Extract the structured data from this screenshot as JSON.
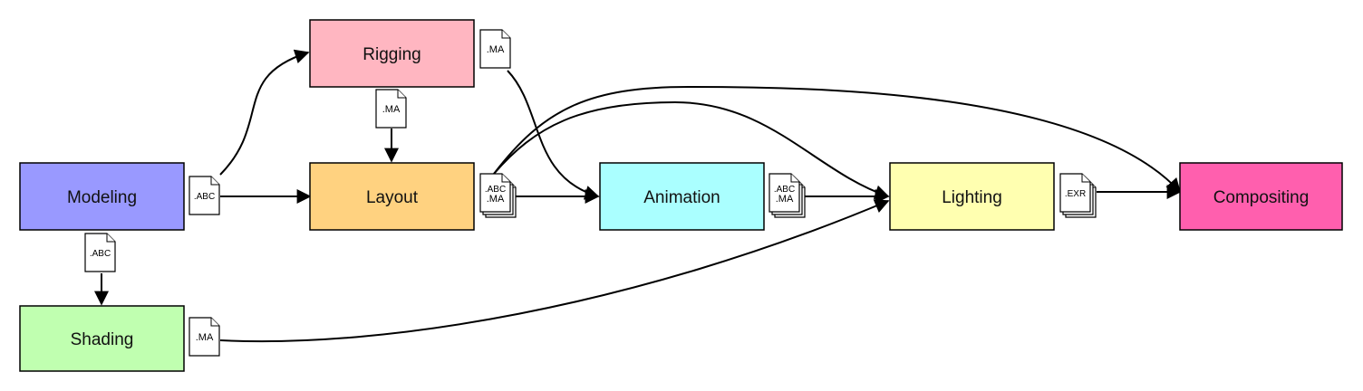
{
  "nodes": [
    {
      "id": "modeling",
      "label": "Modeling",
      "color": "#9999ff"
    },
    {
      "id": "rigging",
      "label": "Rigging",
      "color": "#ffb6c1"
    },
    {
      "id": "layout",
      "label": "Layout",
      "color": "#ffd280"
    },
    {
      "id": "animation",
      "label": "Animation",
      "color": "#aaffff"
    },
    {
      "id": "lighting",
      "label": "Lighting",
      "color": "#ffffb0"
    },
    {
      "id": "compositing",
      "label": "Compositing",
      "color": "#ff5fae"
    },
    {
      "id": "shading",
      "label": "Shading",
      "color": "#c0ffb0"
    }
  ],
  "file_badges": [
    {
      "id": "modeling-layout-file",
      "lines": [
        ".ABC"
      ]
    },
    {
      "id": "modeling-shading-file",
      "lines": [
        ".ABC"
      ]
    },
    {
      "id": "rigging-out-file",
      "lines": [
        ".MA"
      ]
    },
    {
      "id": "rigging-layout-file",
      "lines": [
        ".MA"
      ]
    },
    {
      "id": "layout-out-file",
      "lines": [
        ".ABC",
        ".MA"
      ]
    },
    {
      "id": "animation-out-file",
      "lines": [
        ".ABC",
        ".MA"
      ]
    },
    {
      "id": "lighting-out-file",
      "lines": [
        ".EXR"
      ]
    },
    {
      "id": "shading-out-file",
      "lines": [
        ".MA"
      ]
    }
  ],
  "edges": [
    {
      "from": "modeling",
      "to": "rigging"
    },
    {
      "from": "modeling",
      "to": "layout"
    },
    {
      "from": "modeling",
      "to": "shading"
    },
    {
      "from": "rigging",
      "to": "layout"
    },
    {
      "from": "rigging",
      "to": "animation"
    },
    {
      "from": "layout",
      "to": "animation"
    },
    {
      "from": "layout",
      "to": "lighting"
    },
    {
      "from": "layout",
      "to": "compositing"
    },
    {
      "from": "animation",
      "to": "lighting"
    },
    {
      "from": "shading",
      "to": "lighting"
    },
    {
      "from": "lighting",
      "to": "compositing"
    }
  ]
}
